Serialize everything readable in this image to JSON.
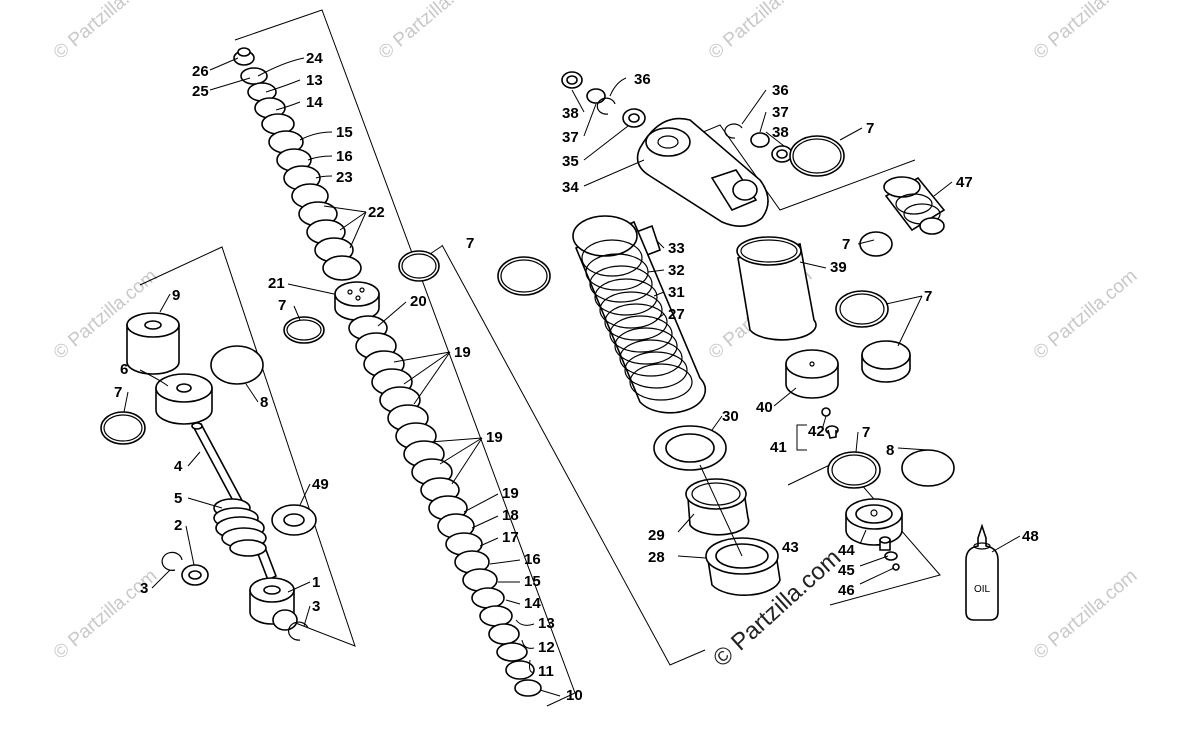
{
  "watermark": {
    "small": "© Partzilla.com",
    "large": "© Partzilla.com"
  },
  "bottle_label": "OIL",
  "callouts": {
    "c1": "1",
    "c2": "2",
    "c3": "3",
    "c4": "4",
    "c5": "5",
    "c6": "6",
    "c7": "7",
    "c8": "8",
    "c9": "9",
    "c10": "10",
    "c11": "11",
    "c12": "12",
    "c13": "13",
    "c14": "14",
    "c15": "15",
    "c16": "16",
    "c17": "17",
    "c18": "18",
    "c19": "19",
    "c20": "20",
    "c21": "21",
    "c22": "22",
    "c23": "23",
    "c24": "24",
    "c25": "25",
    "c26": "26",
    "c27": "27",
    "c28": "28",
    "c29": "29",
    "c30": "30",
    "c31": "31",
    "c32": "32",
    "c33": "33",
    "c34": "34",
    "c35": "35",
    "c36": "36",
    "c37": "37",
    "c38": "38",
    "c39": "39",
    "c40": "40",
    "c41": "41",
    "c42": "42",
    "c43": "43",
    "c44": "44",
    "c45": "45",
    "c46": "46",
    "c47": "47",
    "c48": "48",
    "c49": "49"
  }
}
